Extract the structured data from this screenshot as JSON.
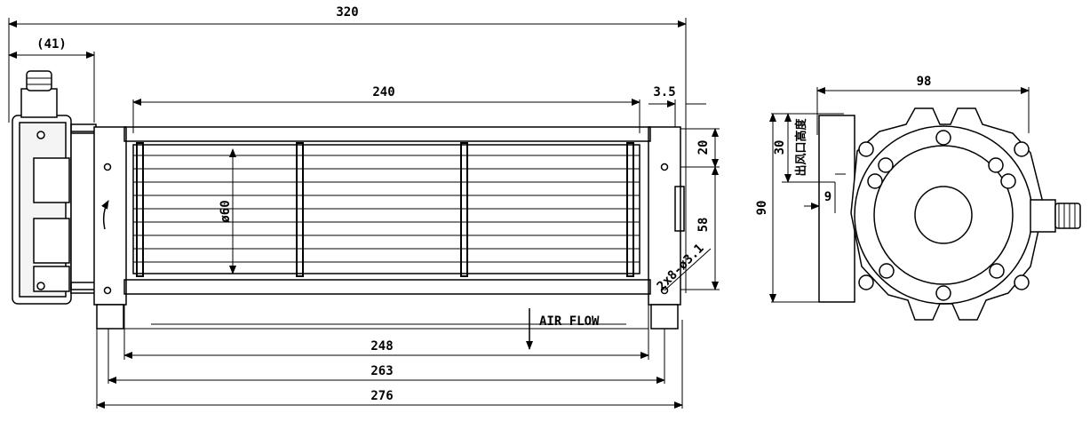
{
  "dimensions": {
    "overall_length": "320",
    "motor_length": "(41)",
    "impeller_length": "240",
    "end_offset": "3.5",
    "hole_top_offset": "20",
    "hole_spacing_vertical": "58",
    "impeller_diameter": "ø60",
    "mount_holes": "2x8-ø3.1",
    "hole_span": "248",
    "mid_span": "263",
    "base_length": "276",
    "end_width": "98",
    "end_height": "90",
    "outlet_height": "30",
    "outlet_height_label": "出风口高度",
    "outlet_offset": "9"
  },
  "airflow_label": "AIR FLOW"
}
